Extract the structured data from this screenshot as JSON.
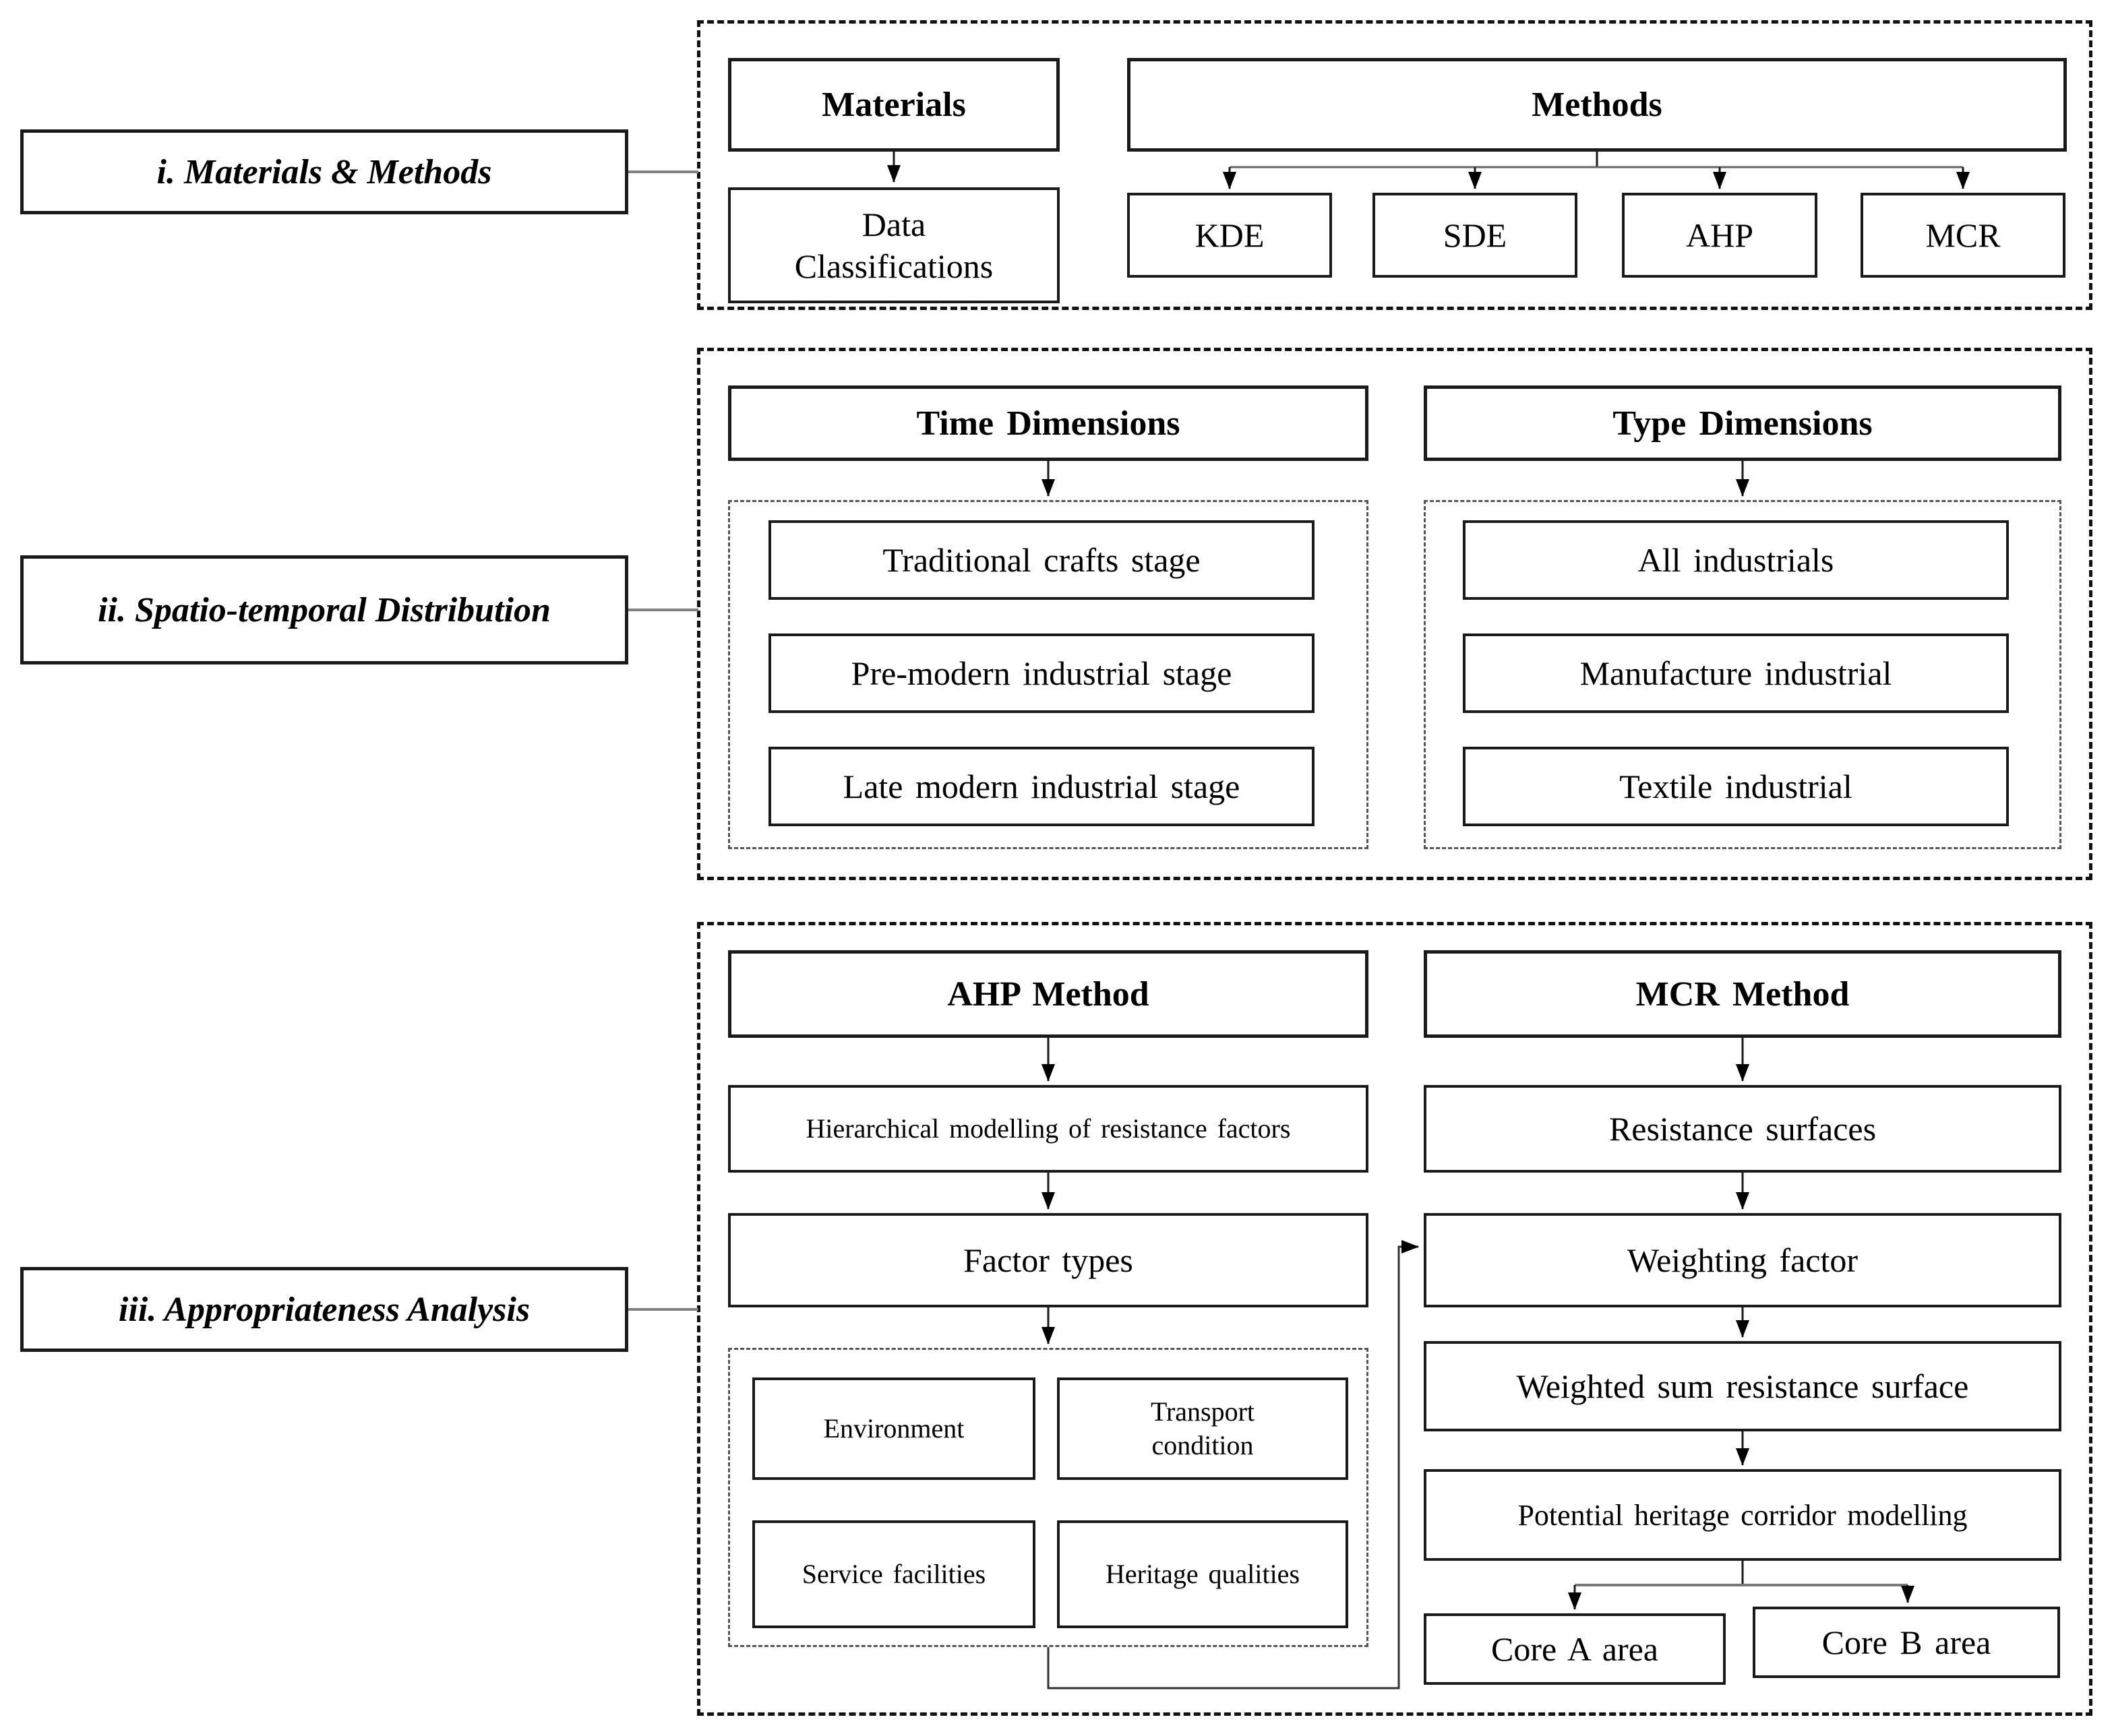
{
  "colors": {
    "background": "#ffffff",
    "box_border": "#1a1a1a",
    "arrow_line": "#1a1a1a",
    "gray_connector": "#808080",
    "rail_gray": "#666666"
  },
  "s1": {
    "label": "i. Materials & Methods",
    "materials": {
      "header": "Materials",
      "item": "Data Classifications"
    },
    "methods": {
      "header": "Methods",
      "items": [
        "KDE",
        "SDE",
        "AHP",
        "MCR"
      ]
    }
  },
  "s2": {
    "label": "ii. Spatio-temporal Distribution",
    "time": {
      "header": "Time Dimensions",
      "items": [
        "Traditional crafts stage",
        "Pre-modern industrial stage",
        "Late modern industrial stage"
      ]
    },
    "type": {
      "header": "Type Dimensions",
      "items": [
        "All industrials",
        "Manufacture industrial",
        "Textile industrial"
      ]
    }
  },
  "s3": {
    "label": "iii. Appropriateness Analysis",
    "ahp": {
      "header": "AHP Method",
      "step1": "Hierarchical modelling of resistance factors",
      "step2": "Factor types",
      "factors": [
        "Environment",
        "Transport condition",
        "Service facilities",
        "Heritage qualities"
      ]
    },
    "mcr": {
      "header": "MCR Method",
      "steps": [
        "Resistance surfaces",
        "Weighting factor",
        "Weighted sum resistance surface",
        "Potential heritage corridor modelling"
      ],
      "cores": [
        "Core A area",
        "Core B area"
      ]
    }
  }
}
